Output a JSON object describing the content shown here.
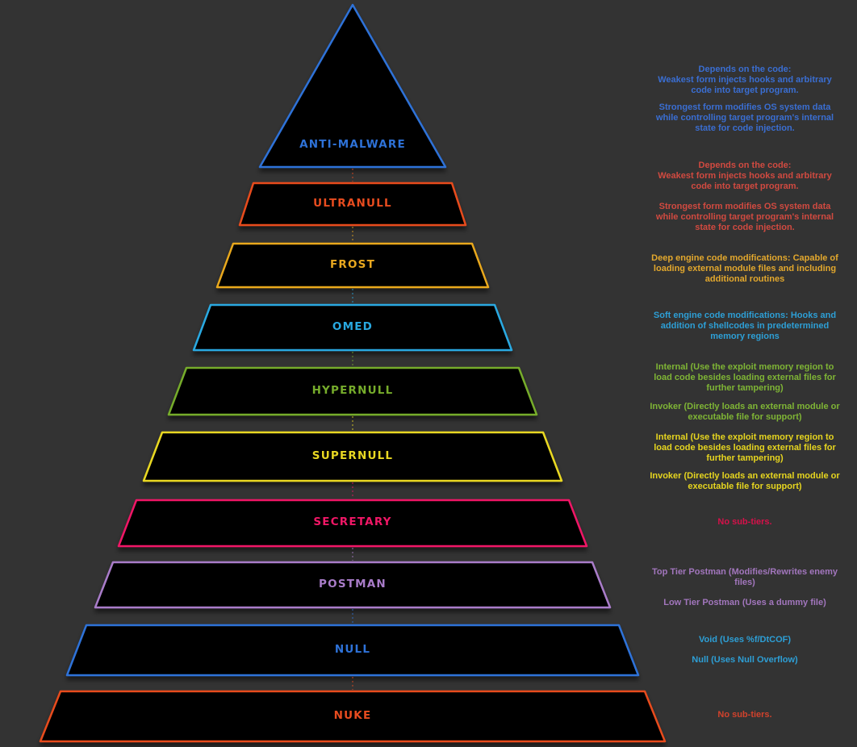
{
  "colors": {
    "background": "#333333",
    "tier_fill": "#050505"
  },
  "pyramid": {
    "tiers": [
      {
        "id": "anti-malware",
        "label": "Anti-Malware",
        "color": "#2e72d8",
        "note_color": "#3a6ed2",
        "notes": [
          "Depends on the code:\nWeakest form injects hooks and arbitrary\ncode into target program.",
          "Strongest form modifies OS system data\nwhile controlling target program's internal\nstate for code injection."
        ]
      },
      {
        "id": "ultranull",
        "label": "Ultranull",
        "color": "#e84c1f",
        "note_color": "#d14a40",
        "notes": [
          "Depends on the code:\nWeakest form injects hooks and arbitrary\ncode into target program.",
          "Strongest form modifies OS system data\nwhile controlling target program's internal\nstate for code injection."
        ]
      },
      {
        "id": "frost",
        "label": "Frost",
        "color": "#e9a81f",
        "note_color": "#e3a82d",
        "notes": [
          "Deep engine code modifications: Capable of\nloading external module files and including\nadditional routines"
        ]
      },
      {
        "id": "omed",
        "label": "Omed",
        "color": "#29a9e1",
        "note_color": "#2d9fd6",
        "notes": [
          "Soft engine code modifications: Hooks and\naddition of shellcodes in predetermined\nmemory regions"
        ]
      },
      {
        "id": "hypernull",
        "label": "Hypernull",
        "color": "#76ac2b",
        "note_color": "#7fb535",
        "notes": [
          "Internal (Use the exploit memory region to\nload code besides loading external files for\nfurther tampering)",
          "Invoker (Directly loads an external module or\nexecutable file for support)"
        ]
      },
      {
        "id": "supernull",
        "label": "Supernull",
        "color": "#e9d822",
        "note_color": "#e6d51f",
        "notes": [
          "Internal (Use the exploit memory region to\nload code besides loading external files for\nfurther tampering)",
          "Invoker (Directly loads an external module or\nexecutable file for support)"
        ]
      },
      {
        "id": "secretary",
        "label": "Secretary",
        "color": "#f01766",
        "note_color": "#d6114a",
        "notes": [
          "No sub-tiers."
        ]
      },
      {
        "id": "postman",
        "label": "Postman",
        "color": "#a97cc9",
        "note_color": "#a276bd",
        "notes": [
          "Top Tier Postman (Modifies/Rewrites enemy\nfiles)",
          "Low Tier Postman (Uses a dummy file)"
        ]
      },
      {
        "id": "null",
        "label": "Null",
        "color": "#2e72d8",
        "note_color": "#2d9fd6",
        "notes": [
          "Void (Uses %f/DtCOF)",
          "Null (Uses Null Overflow)"
        ]
      },
      {
        "id": "nuke",
        "label": "Nuke",
        "color": "#e84c1f",
        "note_color": "#d2422c",
        "notes": [
          "No sub-tiers."
        ]
      }
    ]
  }
}
